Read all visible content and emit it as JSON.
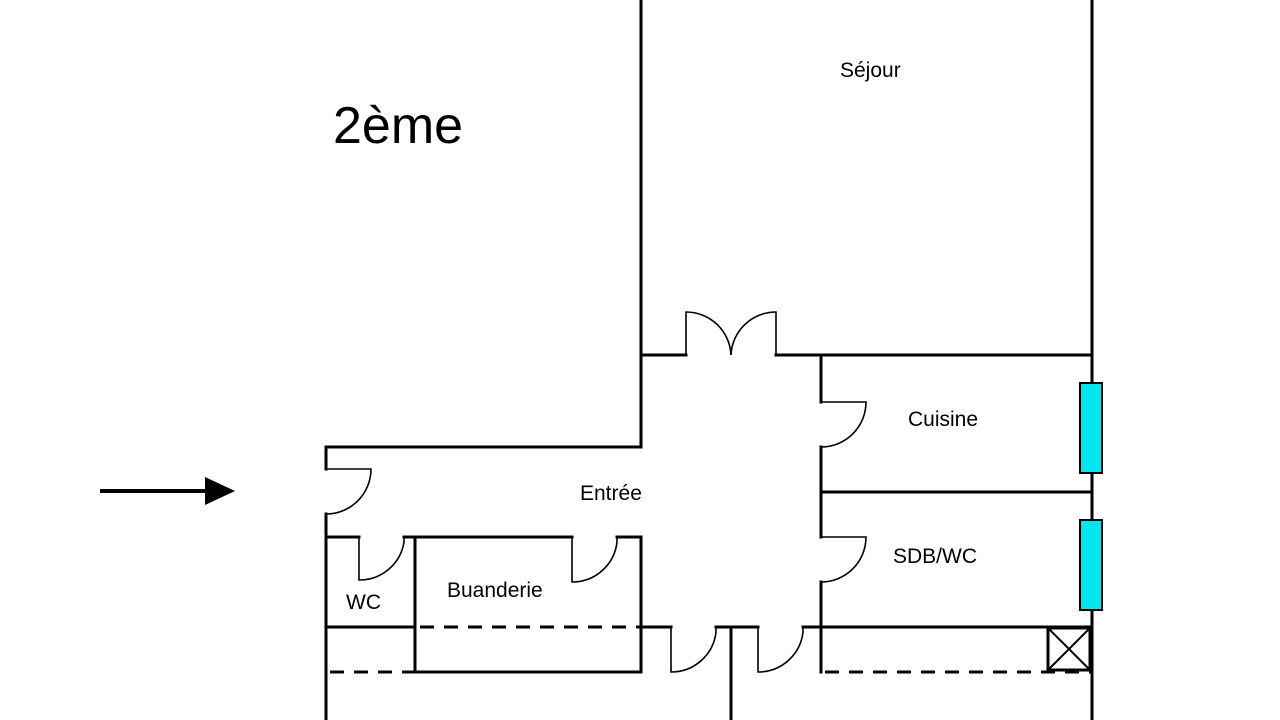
{
  "floor_label": "2ème",
  "rooms": {
    "sejour": "Séjour",
    "cuisine": "Cuisine",
    "entree": "Entrée",
    "sdb_wc": "SDB/WC",
    "wc": "WC",
    "buanderie": "Buanderie"
  },
  "colors": {
    "wall": "#000000",
    "window": "#00e5ee",
    "background": "#ffffff"
  },
  "icons": {
    "entrance": "arrow-right-icon",
    "shaft": "crossed-box-icon"
  }
}
